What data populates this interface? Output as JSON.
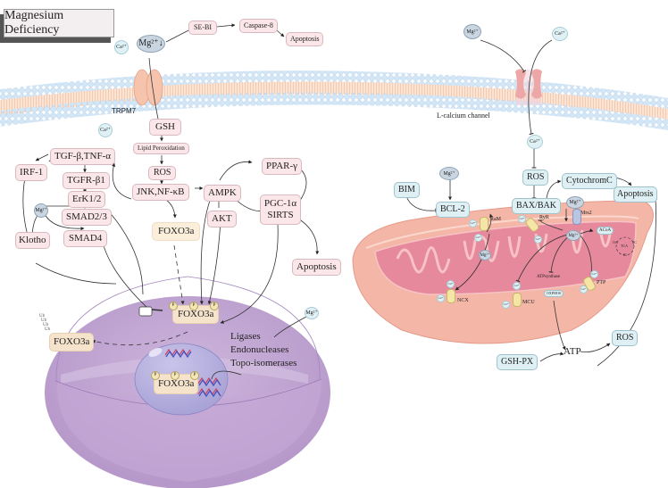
{
  "title": "Magnesium Deficiency",
  "colors": {
    "membrane_head": "#cfe3f4",
    "membrane_tail": "#f8d9c6",
    "cell_body": "#c7afd6",
    "nucleus": "#b9b4dd",
    "mitochondrion_outer": "#f4b3a5",
    "mitochondrion_inner": "#e58ca0",
    "pink_box": "#fbe6ea",
    "blue_box": "#dff0f4",
    "foxo_box": "#f5e3cc"
  },
  "top_pathway": {
    "mg_ion": "Mg²⁺↓",
    "ca_ion_1": "Ca²⁺",
    "ca_ion_2": "Ca²⁺",
    "se_bi": "SE-BI",
    "caspase8": "Caspase-8",
    "apoptosis": "Apoptosis",
    "channel_label": "TRPM7"
  },
  "left_cell": {
    "gsh": "GSH",
    "lipid_peroxidation": "Lipid Peroxidation",
    "ros": "ROS",
    "jnk_nfkb": "JNK,NF-κB",
    "tgf_tnf": "TGF-β,TNF-α",
    "irf1": "IRF-1",
    "tgfr": "TGFR-β1",
    "erk": "ErK1/2",
    "smad23": "SMAD2/3",
    "smad4": "SMAD4",
    "klotho": "Klotho",
    "mg_ion": "Mg²⁺",
    "ampk": "AMPK",
    "akt": "AKT",
    "ppar": "PPAR-γ",
    "pgc1a": "PGC-1α",
    "sirts": "SIRTS",
    "apoptosis": "Apoptosis",
    "foxo3a_cyto": "FOXO3a",
    "foxo3a_center": "FOXO3a",
    "foxo3a_out": "FOXO3a",
    "foxo3a_nucleus": "FOXO3a",
    "ub_labels": [
      "Ub",
      "Ub",
      "Ub",
      "Ub"
    ],
    "phospho_label": "P",
    "mg_ion_nucleus": "Mg²⁺",
    "enzymes": [
      "Ligases",
      "Endonucleases",
      "Topo-isomerases"
    ]
  },
  "right_cell": {
    "mg_ion_top": "Mg²⁺",
    "ca_ion_top": "Ca²⁺",
    "channel_label": "L-calcium channel",
    "ca_ion_mid": "Ca²⁺",
    "ros_top": "ROS",
    "bim": "BIM",
    "mg_ion_bcl": "Mg²⁺",
    "bcl2": "BCL-2",
    "bax_bak": "BAX/BAK",
    "cytochrome_c": "CytochromC",
    "apoptosis": "Apoptosis",
    "mg_ion_mrs": "Mg²⁺",
    "mito_labels": {
      "ram": "RaM",
      "ryr": "RyR",
      "mrs2": "Mrs2",
      "ncx": "NCX",
      "mcu": "MCU",
      "ptp": "PTP",
      "atp_synthase": "ATPsynthase",
      "oxphos": "OXPHOS",
      "acoa": "ACoA",
      "tca": "TCA",
      "oa": "OA",
      "sc": "SC",
      "ic": "IC",
      "mg_inner_1": "Mg²⁺",
      "mg_inner_2": "Mg²⁺",
      "ca": "Ca²⁺"
    },
    "gsh_px": "GSH-PX",
    "atp": "ATP",
    "ros_bottom": "ROS"
  }
}
